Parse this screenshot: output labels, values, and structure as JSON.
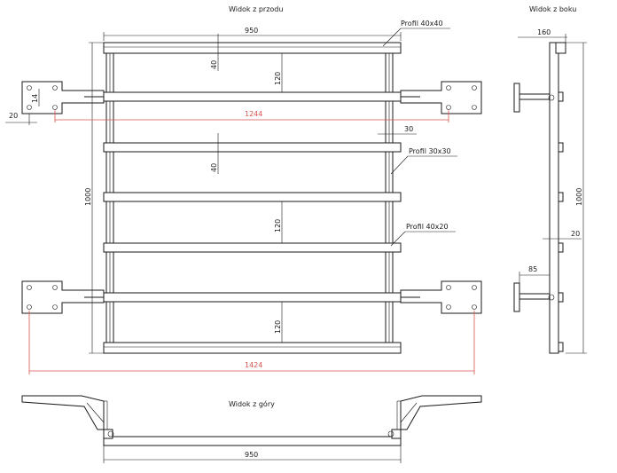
{
  "views": {
    "front": "Widok z przodu",
    "side": "Widok z boku",
    "top": "Widok z góry"
  },
  "profiles": {
    "p40x40": "Profil 40x40",
    "p30x30": "Profil 30x30",
    "p40x20": "Profil 40x20"
  },
  "dims": {
    "width_top": "950",
    "gap_40_a": "40",
    "gap_120_a": "120",
    "plate_14": "14",
    "plate_20": "20",
    "span_1244": "1244",
    "gap_30": "30",
    "gap_40_b": "40",
    "gap_120_b": "120",
    "height_1000": "1000",
    "gap_120_c": "120",
    "span_1424": "1424",
    "side_160": "160",
    "side_1000": "1000",
    "side_20": "20",
    "side_85": "85",
    "bottom_950": "950"
  }
}
